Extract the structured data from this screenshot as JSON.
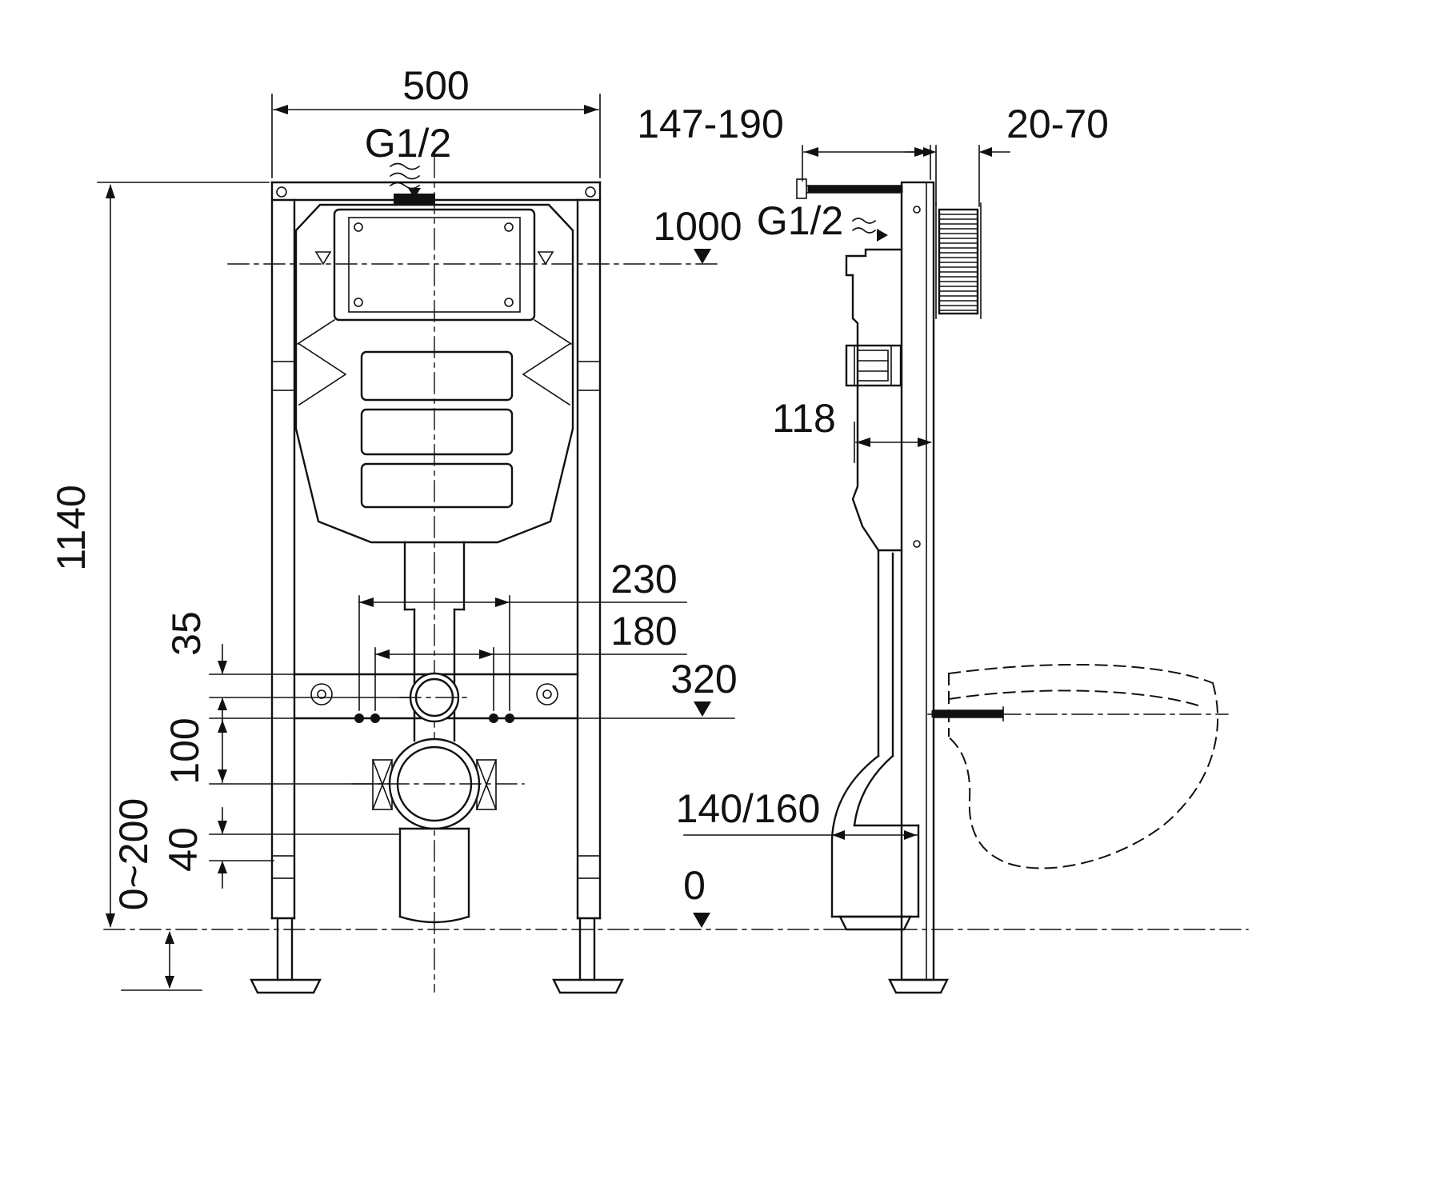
{
  "front_view": {
    "dims": {
      "width_top": "500",
      "inlet_thread": "G1/2",
      "height": "1140",
      "bolt_spacing_outer": "230",
      "bolt_spacing_inner": "180",
      "offset_35": "35",
      "offset_100": "100",
      "offset_40": "40",
      "foot_adjust": "0~200",
      "level_flush_plate": "1000",
      "level_bolts": "320"
    }
  },
  "side_view": {
    "dims": {
      "wall_anchor_range": "147-190",
      "wall_offset_range": "20-70",
      "inlet_thread": "G1/2",
      "frame_depth": "118",
      "outlet_size": "140/160",
      "level_ground": "0"
    }
  },
  "colors": {
    "line": "#111111",
    "background": "#ffffff"
  }
}
